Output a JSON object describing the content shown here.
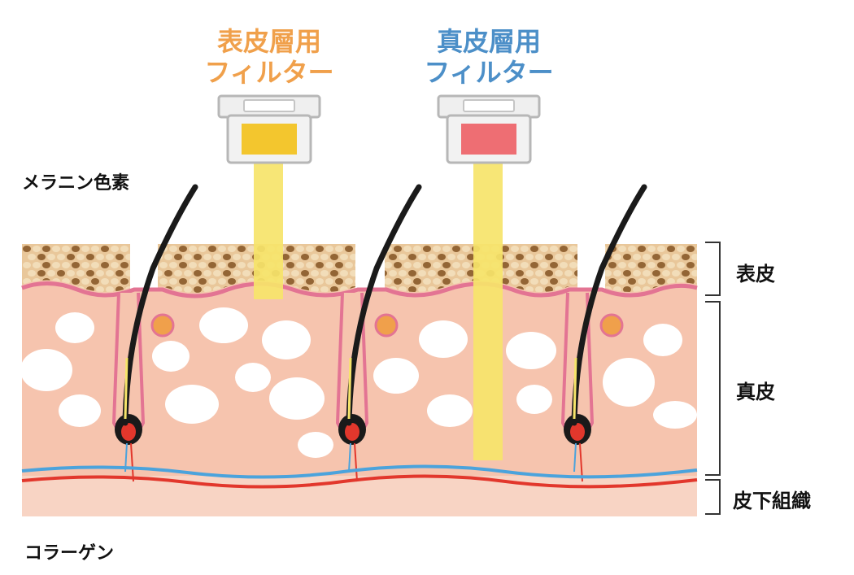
{
  "filters": {
    "epidermis": {
      "line1": "表皮層用",
      "line2": "フィルター",
      "color": "#F0A04B",
      "window_color": "#F3C62E"
    },
    "dermis": {
      "line1": "真皮層用",
      "line2": "フィルター",
      "color": "#4C8FC8",
      "window_color": "#EE6E73"
    }
  },
  "labels": {
    "melanin": "メラニン色素",
    "collagen": "コラーゲン",
    "epidermis_layer": "表皮",
    "dermis_layer": "真皮",
    "subcutaneous_layer": "皮下組織"
  },
  "colors": {
    "epidermis_fill": "#E9C79A",
    "melanin_dot": "#8A5A2A",
    "dermis_fill": "#F6C4AE",
    "subcutaneous_fill": "#F8D4C4",
    "border_pink": "#E37493",
    "light_beam": "#F6E46A",
    "blood_vessel_blue": "#4BA3DC",
    "blood_vessel_red": "#E2372C",
    "hair": "#1A1A1A"
  }
}
